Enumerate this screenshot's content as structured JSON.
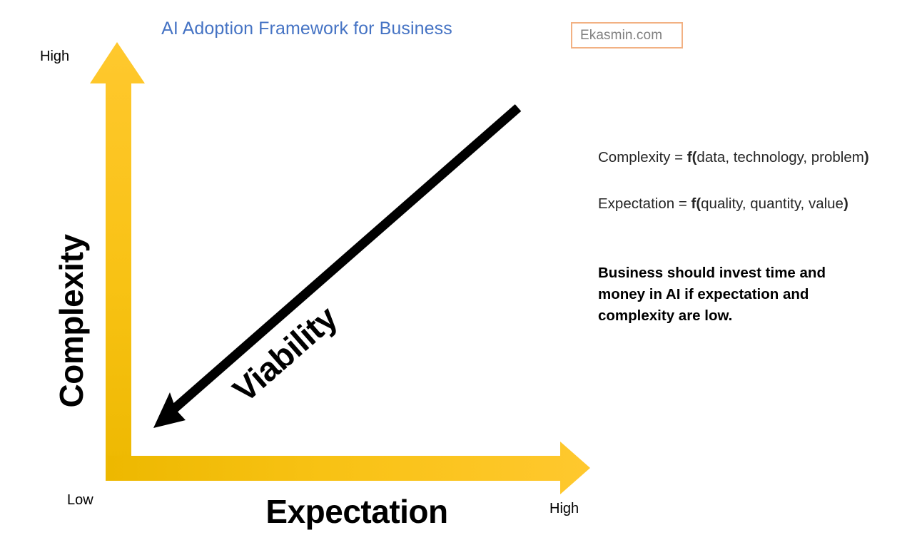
{
  "title": "AI Adoption Framework for Business",
  "brand": {
    "label": "Ekasmin.com",
    "border_color": "#f2b183",
    "text_color": "#808080"
  },
  "colors": {
    "title_blue": "#4573c4",
    "axis_light": "#ffc82e",
    "axis_dark": "#edb800",
    "arrow_black": "#000000"
  },
  "axes": {
    "y": {
      "title": "Complexity",
      "high_label": "High",
      "low_label": "Low"
    },
    "x": {
      "title": "Expectation",
      "low_label": "Low",
      "high_label": "High"
    }
  },
  "diagonal": {
    "label": "Viability",
    "direction": "points down-left toward low expectation and low complexity"
  },
  "formulas": [
    {
      "lhs": "Complexity = ",
      "fn_open": "f(",
      "args": "data, technology, problem",
      "fn_close": ")"
    },
    {
      "lhs": "Expectation = ",
      "fn_open": "f(",
      "args": "quality, quantity, value",
      "fn_close": ")"
    }
  ],
  "insight": "Business should invest time and money in AI if expectation and complexity are low."
}
